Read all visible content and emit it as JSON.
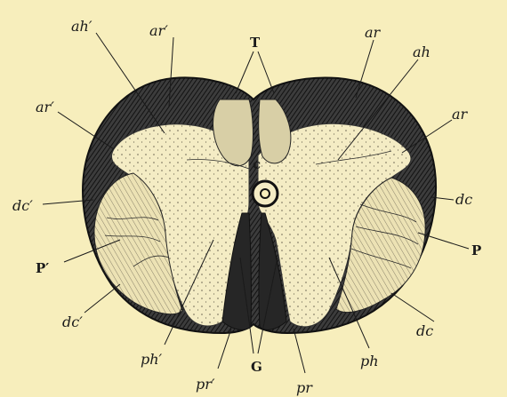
{
  "figure": {
    "background": "#f7eebc",
    "white_matter_color": "#3a3a3a",
    "grey_matter_color": "#f4ecc4",
    "labels": {
      "ah_prime": "ah′",
      "ar_prime_top": "ar′",
      "T": "T",
      "ar_top": "ar",
      "ah": "ah",
      "ar_prime_left": "ar′",
      "ar_right": "ar",
      "c": "c",
      "dc_prime": "dc′",
      "dc": "dc",
      "P_prime": "P′",
      "P": "P",
      "dc_prime_low": "dc′",
      "dc_low": "dc",
      "ph_prime": "ph′",
      "G": "G",
      "ph": "ph",
      "pr_prime": "pr′",
      "pr": "pr"
    }
  }
}
